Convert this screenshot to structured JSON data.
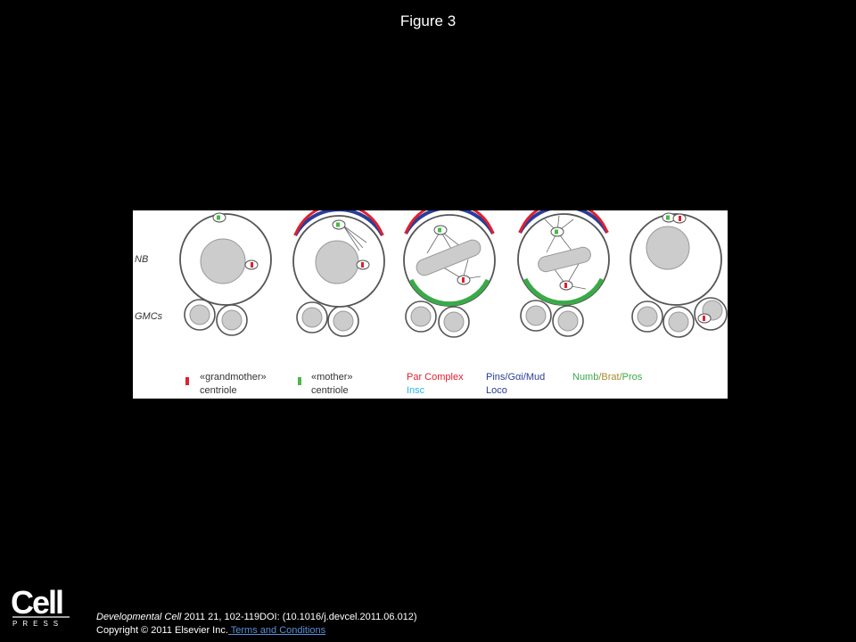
{
  "slide": {
    "title": "Figure 3"
  },
  "figure": {
    "row_label_top": "NB",
    "row_label_bottom": "GMCs",
    "legend": {
      "grandmother_line1": "«grandmother»",
      "grandmother_line2": "centriole",
      "mother_line1": "«mother»",
      "mother_line2": "centriole",
      "par_complex": "Par Complex",
      "insc": "Insc",
      "pins_prefix": "Pins/G",
      "pins_alpha": "α",
      "pins_suffix": "i/Mud",
      "loco": "Loco",
      "numb": "Numb",
      "brat": "/Brat/",
      "pros": "Pros"
    },
    "colors": {
      "grandmother": "#e0202e",
      "mother": "#4cb848",
      "par_complex": "#e0202e",
      "insc": "#2bb5e8",
      "pins": "#2a3d9a",
      "numb": "#3aaa49",
      "brat": "#a58a2c",
      "pros": "#3aaa49",
      "cell_outline": "#555555",
      "nucleus": "#cccccc"
    }
  },
  "logo": {
    "word": "Cell",
    "subword": "PRESS"
  },
  "citation": {
    "journal": "Developmental Cell",
    "ref": " 2011 21, 102-119DOI: (10.1016/j.devcel.2011.06.012)",
    "copyright": "Copyright © 2011 Elsevier Inc.",
    "terms": " Terms and Conditions"
  }
}
